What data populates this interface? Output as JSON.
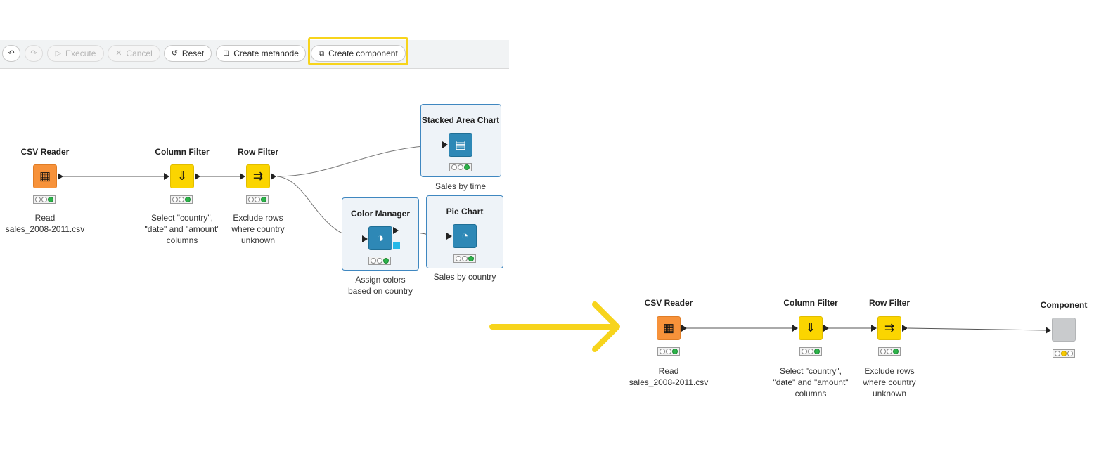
{
  "toolbar": {
    "undo": "undo-icon",
    "redo": "redo-icon",
    "execute": "Execute",
    "cancel": "Cancel",
    "reset": "Reset",
    "create_metanode": "Create metanode",
    "create_component": "Create component",
    "highlight_color": "#f7d41c"
  },
  "before": {
    "csv_reader": {
      "title": "CSV Reader",
      "caption": "Read\nsales_2008-2011.csv"
    },
    "column_filter": {
      "title": "Column Filter",
      "caption": "Select \"country\",\n\"date\" and \"amount\"\ncolumns"
    },
    "row_filter": {
      "title": "Row Filter",
      "caption": "Exclude rows\nwhere country\nunknown"
    },
    "stacked_area": {
      "title": "Stacked Area Chart",
      "caption": "Sales by time"
    },
    "color_manager": {
      "title": "Color Manager",
      "caption": "Assign colors\nbased on country"
    },
    "pie_chart": {
      "title": "Pie Chart",
      "caption": "Sales by country"
    }
  },
  "after": {
    "csv_reader": {
      "title": "CSV Reader",
      "caption": "Read\nsales_2008-2011.csv"
    },
    "column_filter": {
      "title": "Column Filter",
      "caption": "Select \"country\",\n\"date\" and \"amount\"\ncolumns"
    },
    "row_filter": {
      "title": "Row Filter",
      "caption": "Exclude rows\nwhere country\nunknown"
    },
    "component": {
      "title": "Component"
    }
  },
  "colors": {
    "arrow": "#f7d41c",
    "source_node": "#f7923a",
    "manipulator_node": "#fbd500",
    "visualizer_node": "#2e88b6",
    "component_node": "#c9cbcd",
    "status_green": "#2db34a",
    "status_yellow": "#f7c900"
  }
}
